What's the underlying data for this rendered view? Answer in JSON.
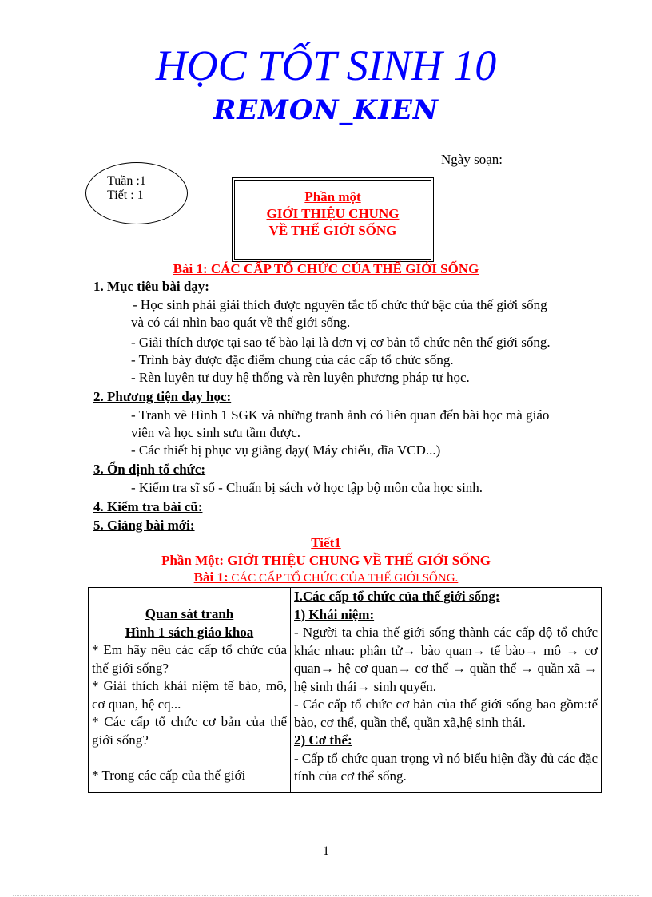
{
  "header": {
    "title": "HỌC TỐT SINH 10",
    "author": "REMON_KIEN",
    "date_label": "Ngày soạn:"
  },
  "ellipse": {
    "week": "Tuần :1",
    "period": "Tiết  : 1"
  },
  "part_box": {
    "line1": "Phần một",
    "line2": "GIỚI  THIỆU  CHUNG",
    "line3": "VỀ  THẾ  GIỚI  SỐNG"
  },
  "lesson_title": "Bài 1: CÁC CẤP TỔ CHỨC CỦA THẾ GIỚI SỐNG",
  "sections": [
    {
      "heading": "1. Mục tiêu bài dạy:",
      "lines": [
        " - Học sinh phải giải thích được nguyên tắc tổ chức thứ bậc của thế giới  sống",
        "và có cái nhìn bao quát về thế giới  sống.",
        "- Giải thích được tại  sao tế bào lại là đơn vị cơ bản tổ chức nên thế giới  sống.",
        "- Trình bày được đặc điểm chung của các cấp tổ chức sống.",
        "- Rèn luyện tư duy hệ thống và rèn luyện phương pháp tự học."
      ]
    },
    {
      "heading": "2. Phương tiện dạy học: ",
      "lines": [
        "- Tranh vẽ Hình 1 SGK và những tranh ảnh có liên  quan đến bài học mà giáo",
        "viên và học sinh sưu tầm được.",
        "- Các thiết  bị phục vụ giảng  dạy( Máy chiếu, đĩa VCD...)"
      ]
    },
    {
      "heading": "3. Ổn định tổ chức: ",
      "lines": [
        "- Kiểm  tra sĩ số - Chuẩn bị sách vở học tập bộ môn của học sinh."
      ]
    },
    {
      "heading": "4. Kiểm tra bài cũ: ",
      "lines": []
    },
    {
      "heading": "5. Giảng bài mới:",
      "lines": []
    }
  ],
  "lesson_block": {
    "period": "Tiết1",
    "part": "Phần Một: GIỚI THIỆU CHUNG VỀ THẾ GIỚI SỐNG ",
    "lesson_prefix": "Bài 1:",
    "lesson_rest": " CÁC CẤP TỔ CHỨC CỦA THẾ GIỚI SỐNG."
  },
  "table": {
    "left": {
      "heading1": "Quan sát tranh",
      "heading2": " Hình  1 sách giáo khoa",
      "items": [
        "* Em hãy nêu các cấp tổ chức của thế giới sống?",
        "* Giải thích khái niệm tế bào, mô, cơ quan, hệ cq...",
        "* Các cấp tổ chức cơ bản của thế giới sống?",
        "* Trong các cấp của thế giới"
      ]
    },
    "right": {
      "heading": "I.Các cấp tổ chức của thế giới sống:",
      "sub1": "1) Khái niệm:",
      "para1": "- Người ta chia thế giới sống thành các cấp độ tổ chức khác nhau: phân tử→ bào quan→ tế bào→ mô → cơ quan→ hệ cơ quan→ cơ thể → quần thể → quần xã → hệ sinh thái→ sinh quyển.",
      "para2": "- Các cấp tổ chức cơ bản của thế giới sống bao gồm:tế bào, cơ thể, quần thể, quần xã,hệ sinh thái.",
      "sub2": "2) Cơ thể:",
      "para3": "- Cấp tổ chức quan trọng vì nó biểu hiện đầy đủ các đặc tính của cơ thể sống."
    }
  },
  "footer": {
    "page_number": "1"
  },
  "colors": {
    "title_blue": "#0000ff",
    "heading_red": "#ff0000",
    "text": "#000000"
  }
}
